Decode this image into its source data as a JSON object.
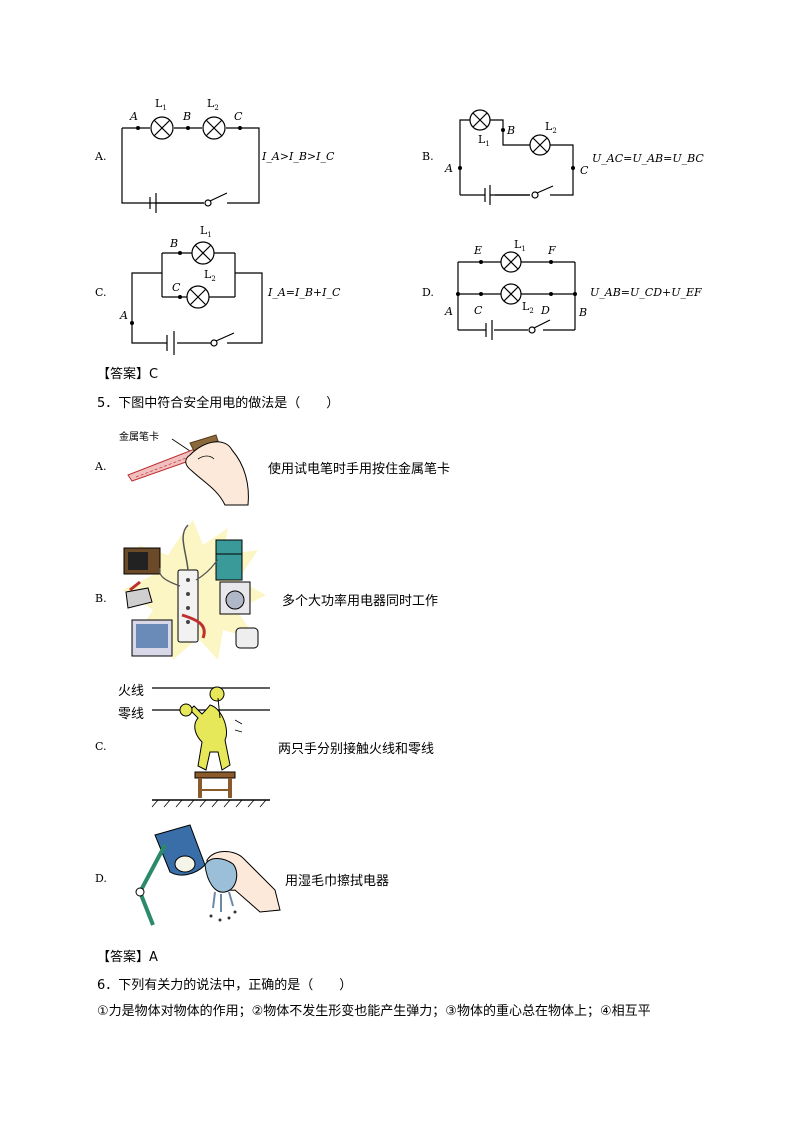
{
  "q4": {
    "optA": {
      "letter": "A.",
      "pts": [
        "A",
        "B",
        "C"
      ],
      "lamps": [
        "L",
        "L"
      ],
      "subs": [
        "1",
        "2"
      ],
      "formula": "I_A>I_B>I_C",
      "label_fx": "I",
      "fa": "A",
      "fb": "B",
      "fc": "C"
    },
    "optB": {
      "letter": "B.",
      "pts": [
        "B",
        "A",
        "C"
      ],
      "lamps": [
        "L",
        "L"
      ],
      "subs": [
        "1",
        "2"
      ],
      "formula": "U_AC=U_AB=U_BC"
    },
    "optC": {
      "letter": "C.",
      "pts": [
        "B",
        "C",
        "A"
      ],
      "lamps": [
        "L",
        "L"
      ],
      "subs": [
        "1",
        "2"
      ],
      "formula": "I_A=I_B+I_C"
    },
    "optD": {
      "letter": "D.",
      "pts": [
        "E",
        "F",
        "A",
        "C",
        "D",
        "B"
      ],
      "lamps": [
        "L",
        "L"
      ],
      "subs": [
        "1",
        "2"
      ],
      "formula": "U_AB=U_CD+U_EF"
    },
    "answer": "【答案】C"
  },
  "q5": {
    "stem": "5．下图中符合安全用电的做法是（　　）",
    "options": [
      {
        "letter": "A.",
        "caption": "使用试电笔时手用按住金属笔卡",
        "tag": "金属笔卡"
      },
      {
        "letter": "B.",
        "caption": "多个大功率用电器同时工作"
      },
      {
        "letter": "C.",
        "caption": "两只手分别接触火线和零线",
        "wire1": "火线",
        "wire2": "零线"
      },
      {
        "letter": "D.",
        "caption": "用湿毛巾擦拭电器"
      }
    ],
    "answer": "【答案】A"
  },
  "q6": {
    "stem": "6．下列有关力的说法中，正确的是（　　）",
    "line": "①力是物体对物体的作用；②物体不发生形变也能产生弹力；③物体的重心总在物体上；④相互平"
  },
  "colors": {
    "lamp": "#ffffff",
    "figure": "#e6e85a",
    "stool": "#8b5a2b",
    "lampshade": "#3a6ea8",
    "towel": "#9bbfd8"
  }
}
